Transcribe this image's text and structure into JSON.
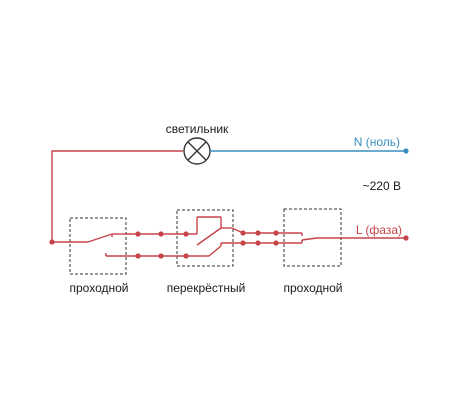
{
  "labels": {
    "lamp": "светильник",
    "neutral": "N (ноль)",
    "voltage": "~220 В",
    "phase": "L (фаза)",
    "switch_left": "проходной",
    "switch_middle": "перекрёстный",
    "switch_right": "проходной"
  },
  "colors": {
    "phase_wire": "#c6434a",
    "neutral_wire": "#3a8fc0",
    "box_outline": "#333333",
    "text": "#1a1a1a"
  }
}
